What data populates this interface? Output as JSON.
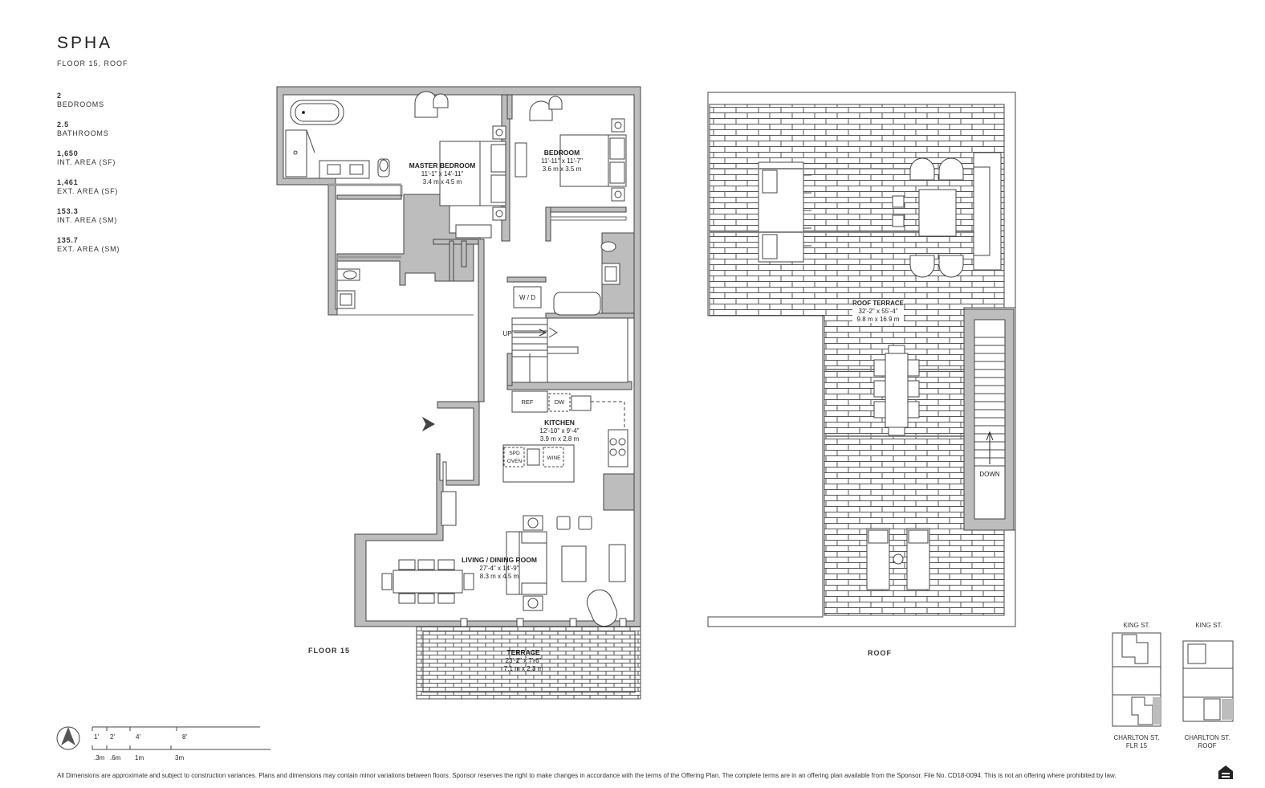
{
  "header": {
    "title": "SPHA",
    "subtitle": "FLOOR 15, ROOF"
  },
  "stats": [
    {
      "value": "2",
      "label": "BEDROOMS"
    },
    {
      "value": "2.5",
      "label": "BATHROOMS"
    },
    {
      "value": "1,650",
      "label": "INT. AREA (SF)"
    },
    {
      "value": "1,461",
      "label": "EXT. AREA (SF)"
    },
    {
      "value": "153.3",
      "label": "INT. AREA (SM)"
    },
    {
      "value": "135.7",
      "label": "EXT. AREA (SM)"
    }
  ],
  "floor15": {
    "label": "FLOOR 15",
    "rooms": {
      "master": {
        "name": "MASTER BEDROOM",
        "ft": "11'-1\" x 14'-11\"",
        "m": "3.4 m x 4.5 m"
      },
      "bedroom": {
        "name": "BEDROOM",
        "ft": "11'-11\" x 11'-7\"",
        "m": "3.6 m x 3.5 m"
      },
      "kitchen": {
        "name": "KITCHEN",
        "ft": "12'-10\" x 9'-4\"",
        "m": "3.9 m x 2.8 m"
      },
      "living": {
        "name": "LIVING / DINING ROOM",
        "ft": "27'-4\" x 14'-9\"",
        "m": "8.3 m x 4.5 m"
      },
      "terrace": {
        "name": "TERRACE",
        "ft": "23'-2\" x 7'-6\"",
        "m": "7.1 m x 2.3 m"
      }
    },
    "fixtures": {
      "wd": "W / D",
      "up": "UP",
      "ref": "REF",
      "dw": "DW",
      "spd": "SPD",
      "oven": "OVEN",
      "wine": "WINE"
    }
  },
  "roof": {
    "label": "ROOF",
    "terrace": {
      "name": "ROOF TERRACE",
      "ft": "32'-2\" x 55'-4\"",
      "m": "9.8 m x 16.9 m"
    },
    "down": "DOWN"
  },
  "scale": {
    "top": [
      "1'",
      "2'",
      "4'",
      "8'"
    ],
    "bottom": [
      ".3m",
      ".6m",
      "1m",
      "3m"
    ]
  },
  "keyplans": [
    {
      "street_top": "KING ST.",
      "street_bottom": "CHARLTON ST.",
      "level": "FLR 15"
    },
    {
      "street_top": "KING ST.",
      "street_bottom": "CHARLTON ST.",
      "level": "ROOF"
    }
  ],
  "disclaimer": "All Dimensions are approximate and subject to construction variances. Plans and dimensions may contain minor variations between floors. Sponsor reserves the right to make changes in accordance with  the terms of the Offering Plan. The complete terms are in an offering plan available from the Sponsor. File No. CD18-0094. This is not an offering where prohibited by law.",
  "colors": {
    "wall": "#bdbdbd",
    "line": "#444444",
    "paving": "#555555"
  },
  "icons": [
    "north-arrow-icon",
    "equal-housing-icon"
  ]
}
